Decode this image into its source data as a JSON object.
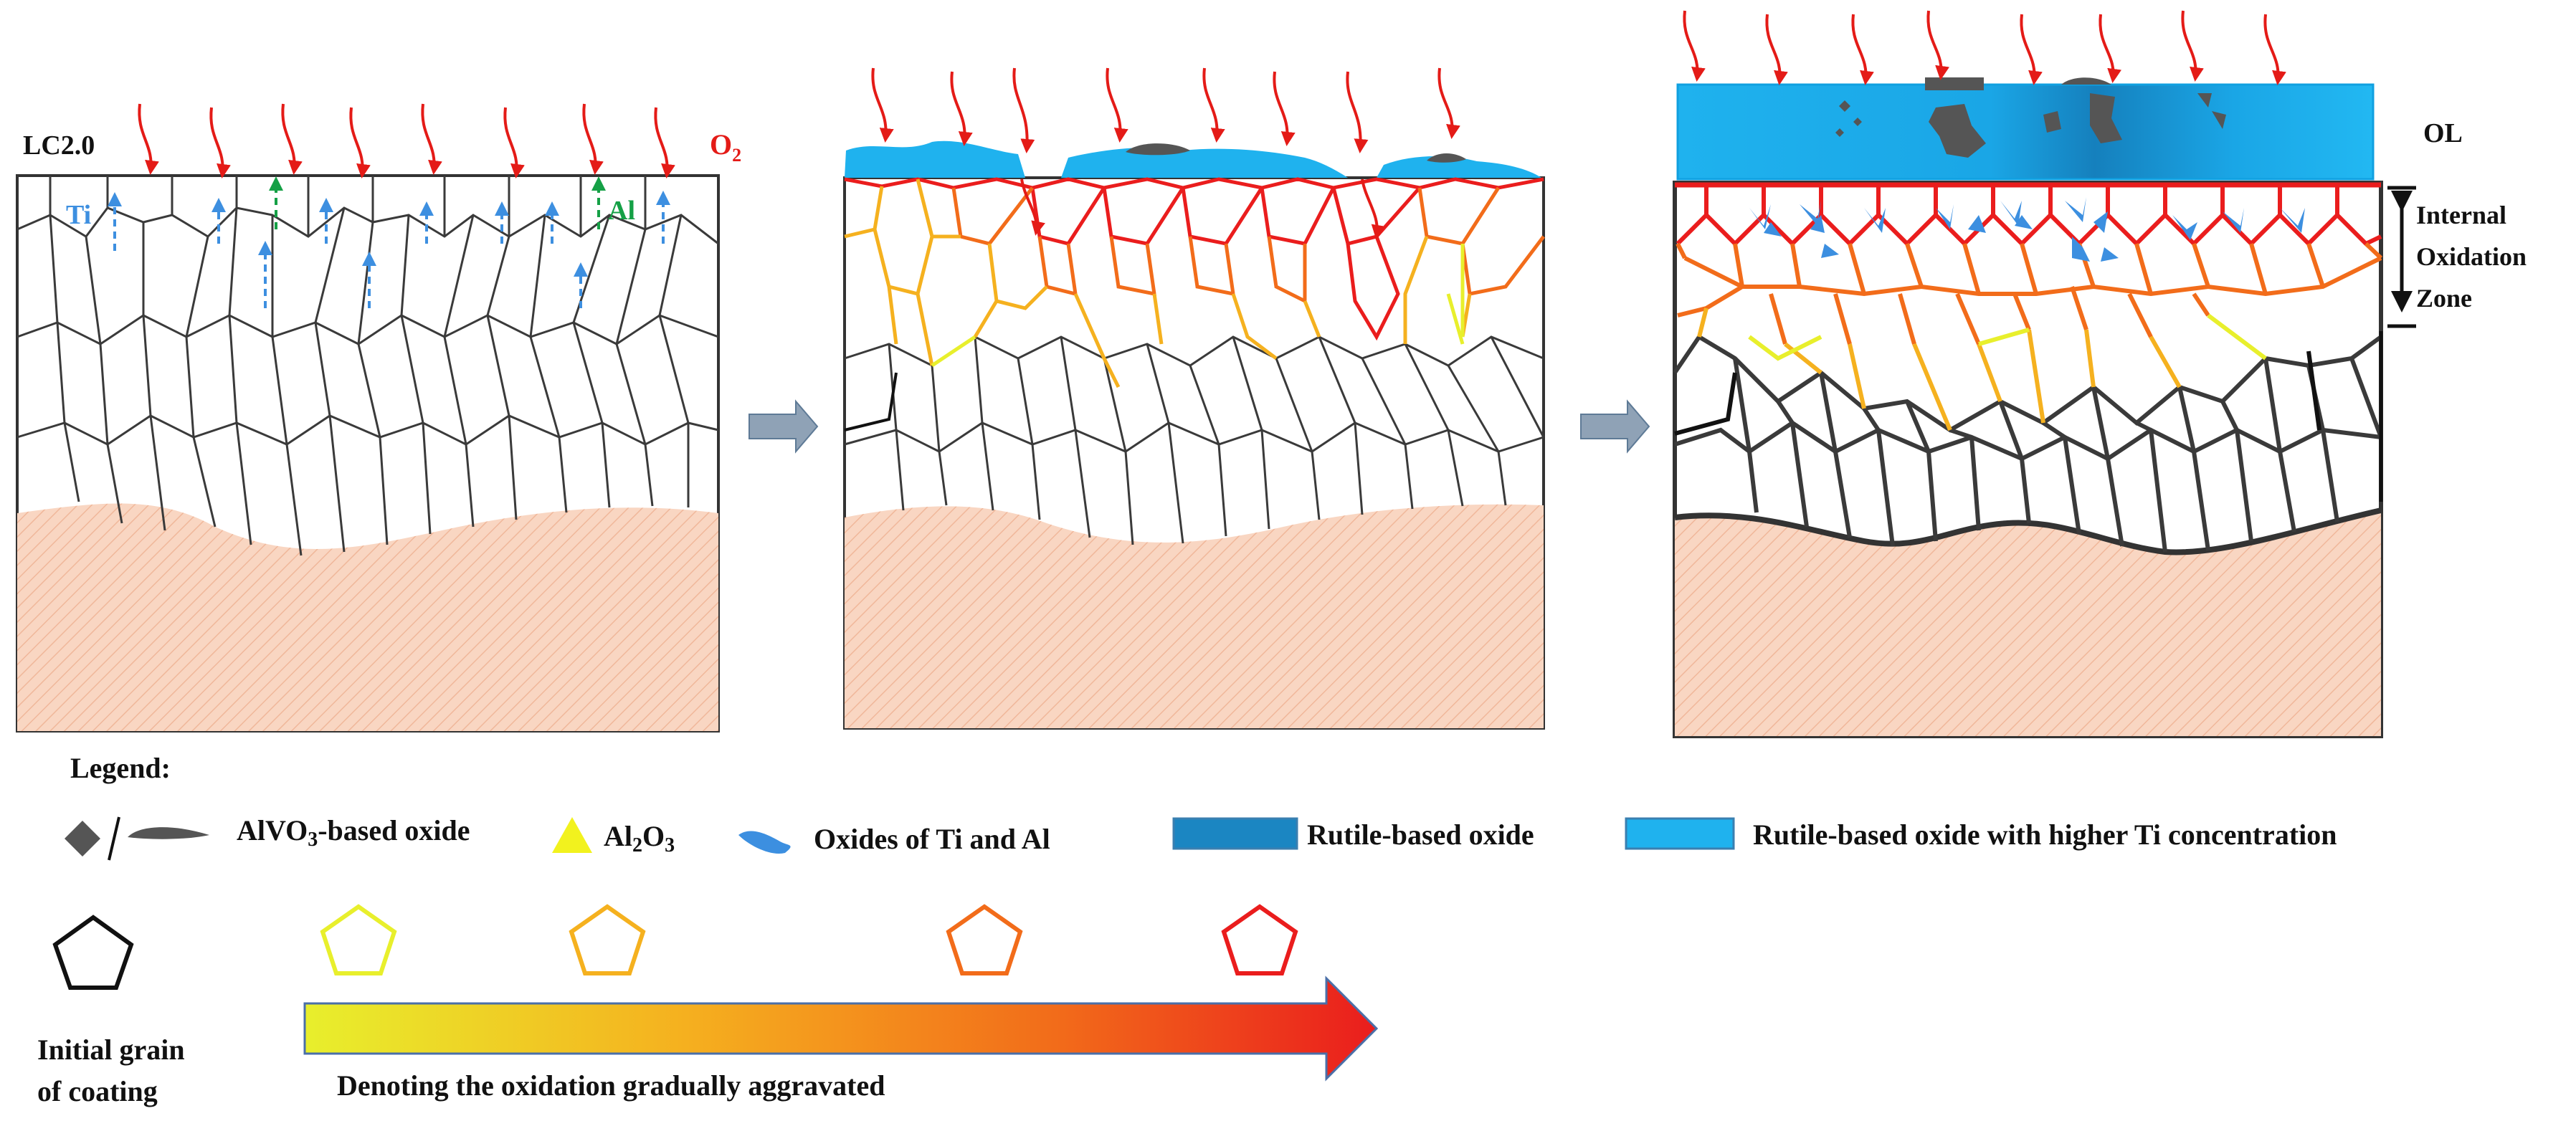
{
  "colors": {
    "grain_initial": "#333333",
    "stage1": "#e8ef2c",
    "stage2": "#f5b11f",
    "stage3": "#f26c1a",
    "stage4": "#ea1d1d",
    "oxygen_arrow": "#e41b17",
    "ti_arrow": "#3d8fe0",
    "al_arrow": "#15a046",
    "substrate_fill": "#f9d6c2",
    "rutile_dark": "#1b86c2",
    "rutile_light": "#1fb2ee",
    "alvo3": "#555555",
    "al2o3": "#f2f21e",
    "ti_al_oxide": "#3c8fe0",
    "transition_arrow": "#8fa2b6"
  },
  "panel1": {
    "sample_label": "LC2.0",
    "oxygen_label": "O",
    "oxygen_sub": "2",
    "ti_label": "Ti",
    "al_label": "Al"
  },
  "panel3": {
    "ol_label": "OL",
    "zone_label_lines": [
      "Internal",
      "Oxidation",
      "Zone"
    ]
  },
  "legend": {
    "title": "Legend:",
    "alvo3_label_pre": "AlVO",
    "alvo3_label_sub": "3",
    "alvo3_label_post": "-based oxide",
    "al2o3_label_a": "Al",
    "al2o3_label_sub1": "2",
    "al2o3_label_b": "O",
    "al2o3_label_sub2": "3",
    "ti_al_label": "Oxides of Ti and Al",
    "rutile_label": "Rutile-based oxide",
    "rutile_high_ti_label": "Rutile-based oxide with higher Ti concentration",
    "initial_grain_line1": "Initial grain",
    "initial_grain_line2": "of coating",
    "gradient_caption": "Denoting the oxidation gradually aggravated"
  }
}
